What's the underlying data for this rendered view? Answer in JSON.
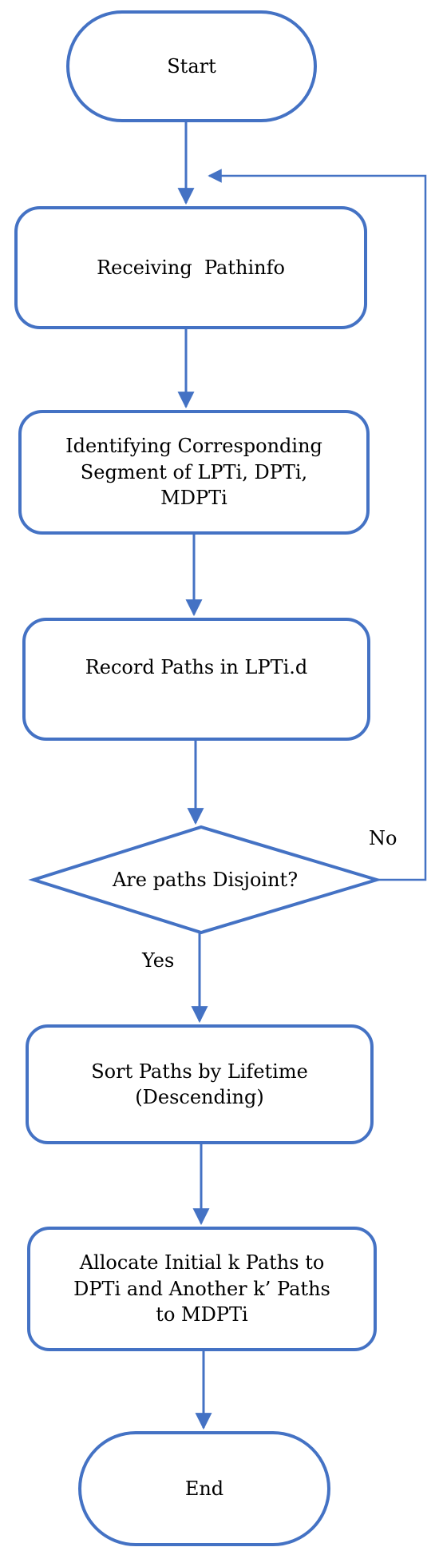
{
  "colors": {
    "stroke": "#4472c4",
    "text": "#000000",
    "background": "#ffffff"
  },
  "nodes": {
    "start": "Start",
    "receiving": "Receiving  Pathinfo",
    "identifying": "Identifying Corresponding\nSegment of LPTi, DPTi,\nMDPTi",
    "record": "Record Paths in LPTi.d",
    "decision": "Are paths Disjoint?",
    "sort": "Sort Paths by Lifetime\n(Descending)",
    "allocate": "Allocate Initial k Paths to\nDPTi and Another k’ Paths\nto MDPTi",
    "end": "End"
  },
  "labels": {
    "no": "No",
    "yes": "Yes"
  }
}
